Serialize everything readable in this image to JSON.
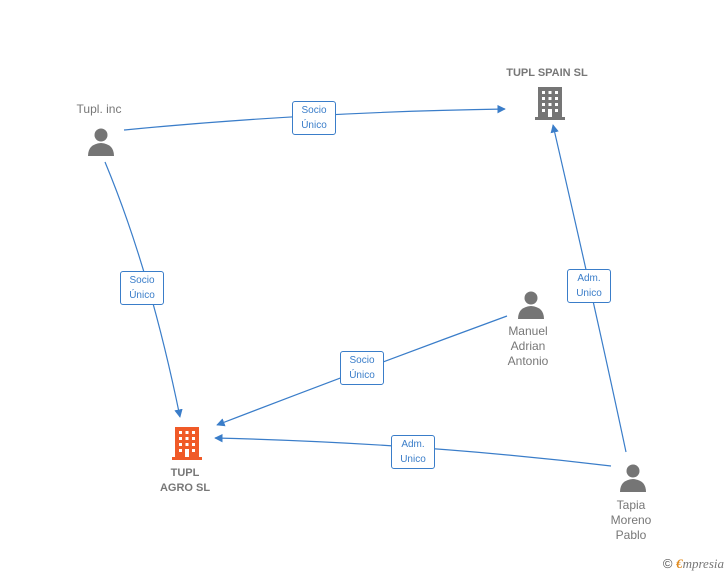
{
  "nodes": {
    "tupl_inc": {
      "label": "Tupl. inc",
      "kind": "person"
    },
    "tupl_spain": {
      "label": "TUPL SPAIN  SL",
      "kind": "company"
    },
    "manuel": {
      "label_lines": [
        "Manuel",
        "Adrian",
        "Antonio"
      ],
      "kind": "person"
    },
    "tupl_agro": {
      "label_lines": [
        "TUPL",
        "AGRO  SL"
      ],
      "kind": "company-focus"
    },
    "tapia": {
      "label_lines": [
        "Tapia",
        "Moreno",
        "Pablo"
      ],
      "kind": "person"
    }
  },
  "edges": [
    {
      "from": "Tupl. inc",
      "to": "TUPL SPAIN  SL",
      "label_lines": [
        "Socio",
        "Único"
      ]
    },
    {
      "from": "Tupl. inc",
      "to": "TUPL AGRO  SL",
      "label_lines": [
        "Socio",
        "Único"
      ]
    },
    {
      "from": "Manuel Adrian Antonio",
      "to": "TUPL AGRO  SL",
      "label_lines": [
        "Socio",
        "Único"
      ]
    },
    {
      "from": "Tapia Moreno Pablo",
      "to": "TUPL SPAIN  SL",
      "label_lines": [
        "Adm.",
        "Unico"
      ]
    },
    {
      "from": "Tapia Moreno Pablo",
      "to": "TUPL AGRO  SL",
      "label_lines": [
        "Adm.",
        "Unico"
      ]
    }
  ],
  "colors": {
    "edge": "#3a7dc9",
    "person_icon": "#757575",
    "company_icon": "#757575",
    "focus_company_icon": "#f05a28"
  },
  "footer": {
    "symbol": "©",
    "brand_first": "€",
    "brand_rest": "mpresia"
  }
}
